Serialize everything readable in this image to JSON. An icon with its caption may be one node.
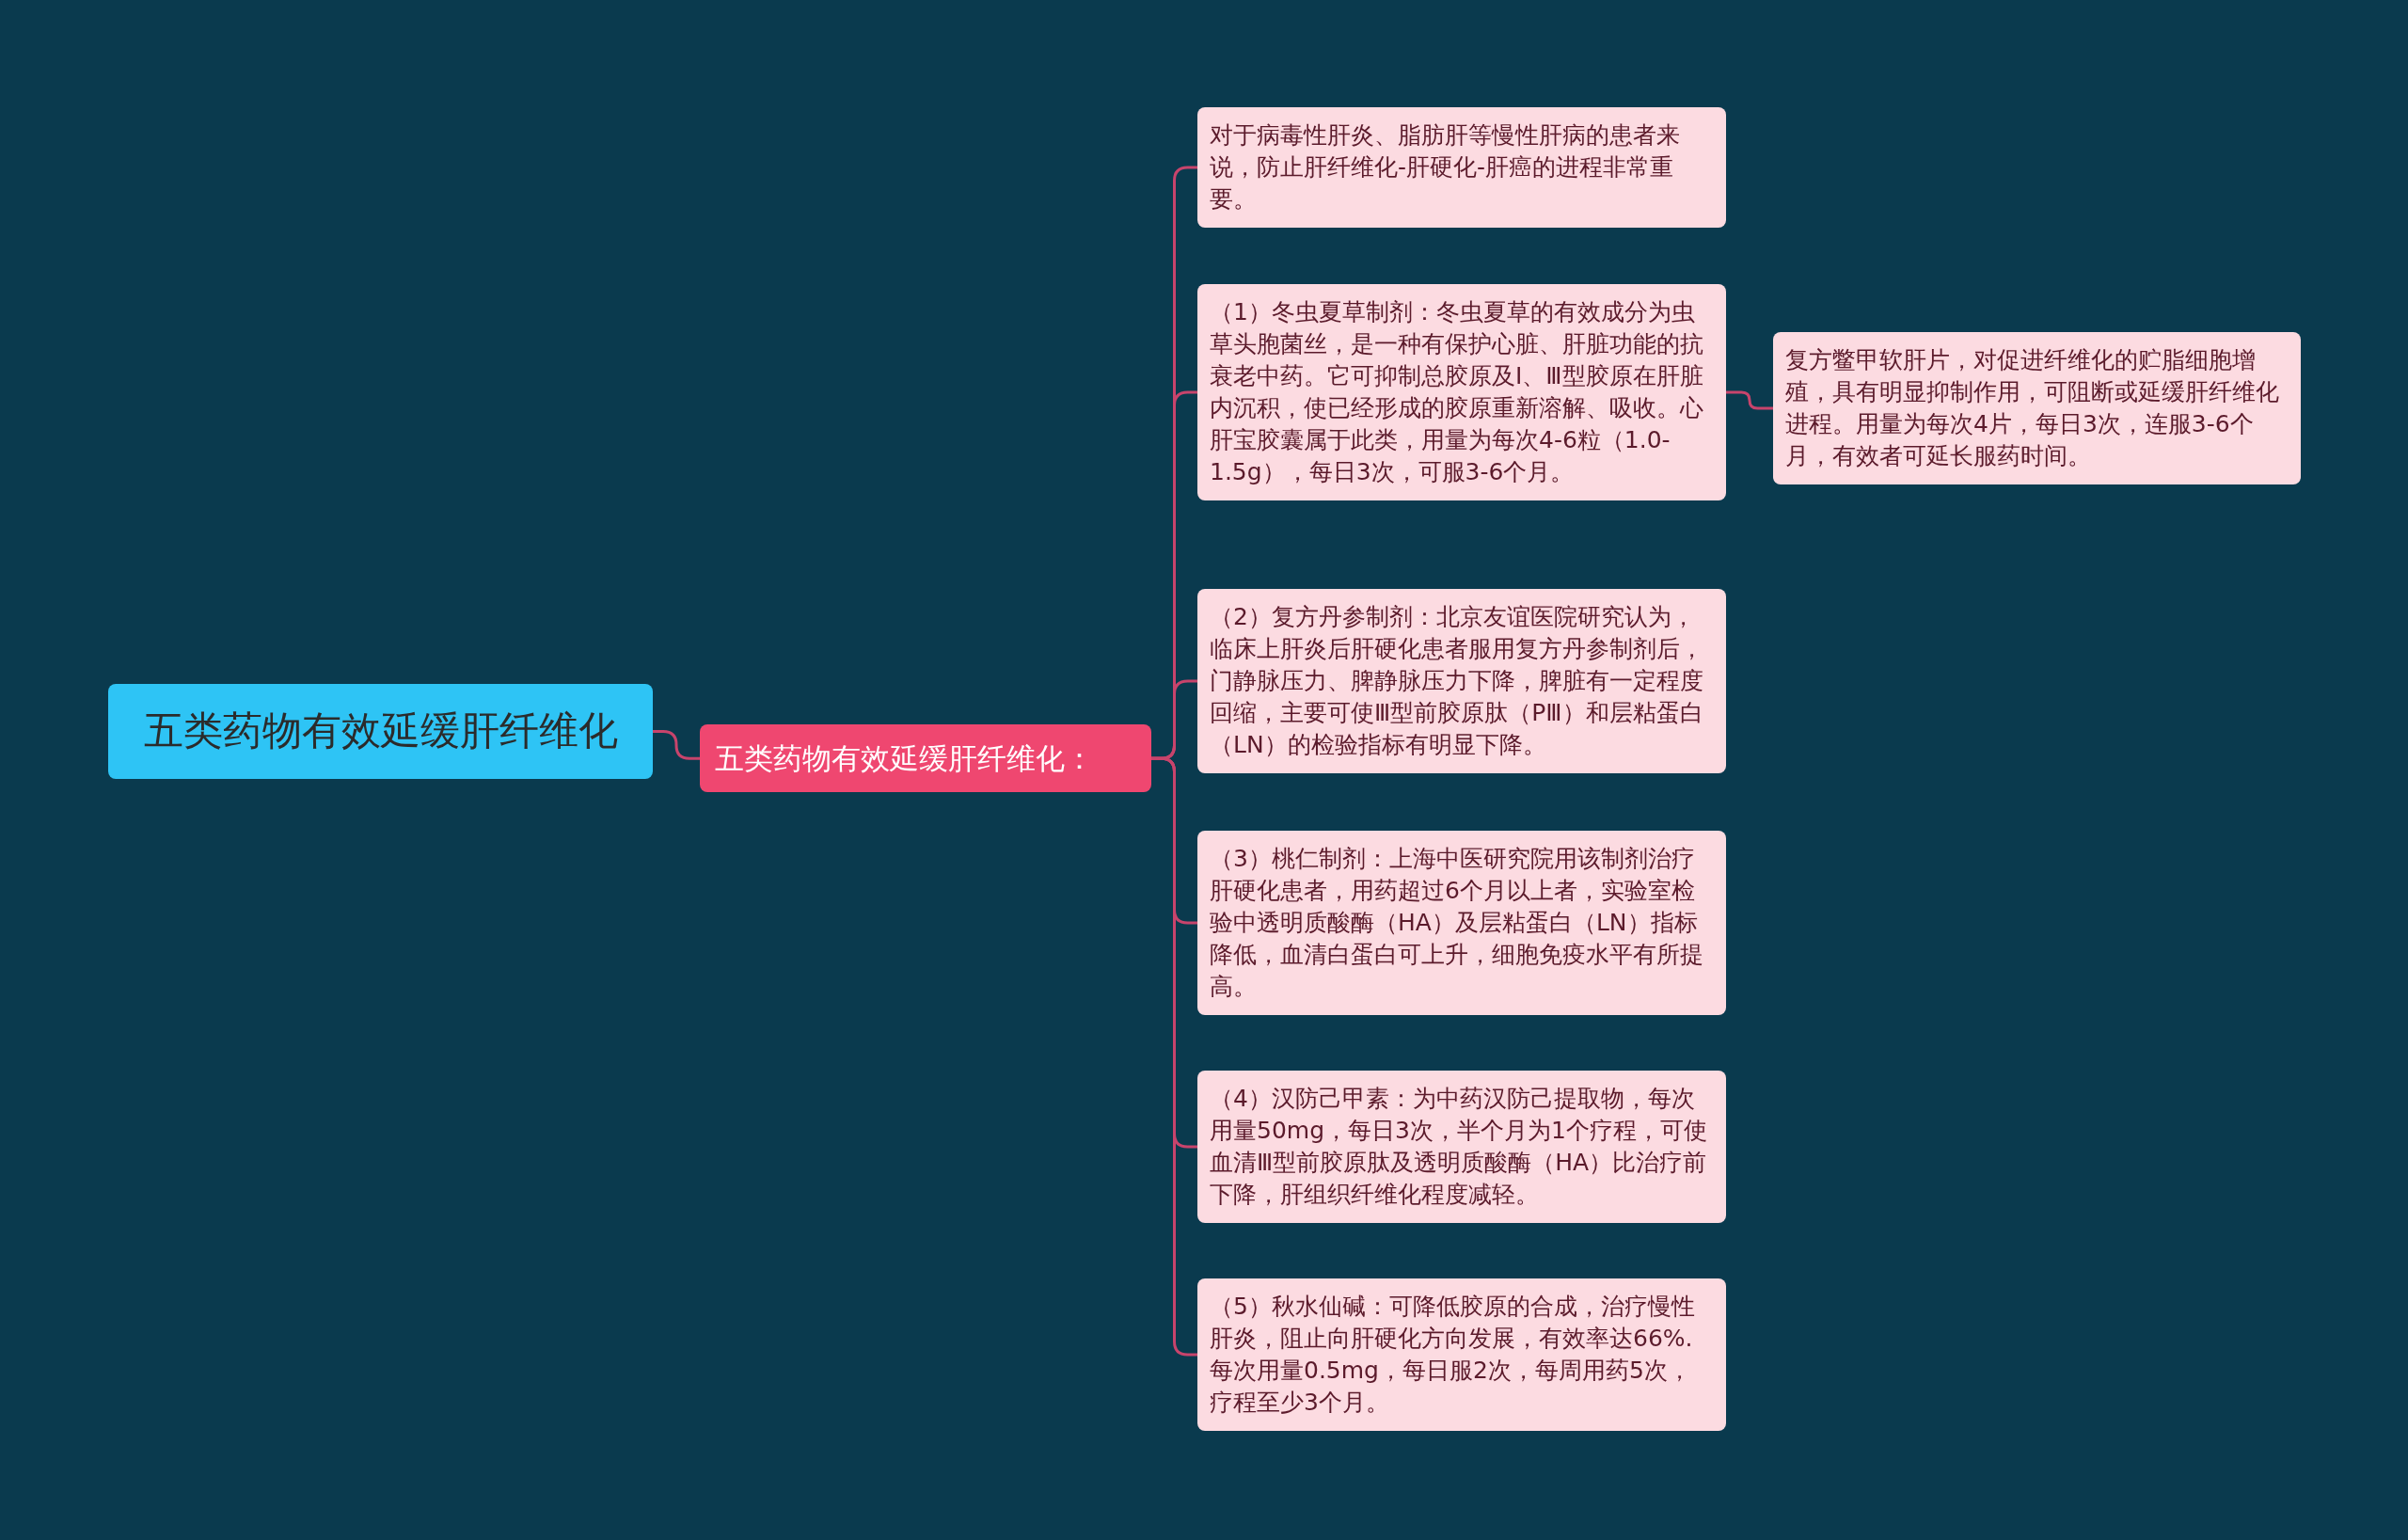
{
  "diagram": {
    "nodes": [
      {
        "text": [
          "五类药物有效延缓肝纤维化"
        ]
      },
      {
        "text": [
          "五类药物有效延缓肝纤维化："
        ]
      },
      {
        "text": [
          "对于病毒性肝炎、脂肪肝等慢性肝病的患者来说，防止肝纤维化-肝硬化-肝癌的进程非常重要。"
        ]
      },
      {
        "text": [
          "（1）冬虫夏草制剂：冬虫夏草的有效成分为虫草头胞菌丝，是一种有保护心脏、肝脏功能的抗衰老中药。它可抑制总胶原及Ⅰ、Ⅲ型胶原在肝脏内沉积，使已经形成的胶原重新溶解、吸收。心肝宝胶囊属于此类，用量为每次4-6粒（1.0-1.5g），每日3次，可服3-6个月。"
        ]
      },
      {
        "text": [
          "复方鳖甲软肝片，对促进纤维化的贮脂细胞增殖，具有明显抑制作用，可阻断或延缓肝纤维化进程。用量为每次4片，每日3次，连服3-6个月，有效者可延长服药时间。"
        ]
      },
      {
        "text": [
          "（2）复方丹参制剂：北京友谊医院研究认为，临床上肝炎后肝硬化患者服用复方丹参制剂后，门静脉压力、脾静脉压力下降，脾脏有一定程度回缩，主要可使Ⅲ型前胶原肽（PⅢ）和层粘蛋白（LN）的检验指标有明显下降。"
        ]
      },
      {
        "text": [
          "（3）桃仁制剂：上海中医研究院用该制剂治疗肝硬化患者，用药超过6个月以上者，实验室检验中透明质酸酶（HA）及层粘蛋白（LN）指标降低，血清白蛋白可上升，细胞免疫水平有所提高。"
        ]
      },
      {
        "text": [
          "（4）汉防己甲素：为中药汉防己提取物，每次用量50mg，每日3次，半个月为1个疗程，可使血清Ⅲ型前胶原肽及透明质酸酶（HA）比治疗前下降，肝组织纤维化程度减轻。"
        ]
      },
      {
        "text": [
          "（5）秋水仙碱：可降低胶原的合成，治疗慢性肝炎，阻止向肝硬化方向发展，有效率达66%.每次用量0.5mg，每日服2次，每周用药5次，疗程至少3个月。"
        ]
      }
    ],
    "edges": [
      {
        "from": 0,
        "to": 1,
        "arrow": "none"
      },
      {
        "from": 1,
        "to": 2,
        "arrow": "none"
      },
      {
        "from": 1,
        "to": 3,
        "arrow": "none"
      },
      {
        "from": 3,
        "to": 4,
        "arrow": "none"
      },
      {
        "from": 1,
        "to": 5,
        "arrow": "none"
      },
      {
        "from": 1,
        "to": 6,
        "arrow": "none"
      },
      {
        "from": 1,
        "to": 7,
        "arrow": "none"
      },
      {
        "from": 1,
        "to": 8,
        "arrow": "none"
      }
    ]
  }
}
